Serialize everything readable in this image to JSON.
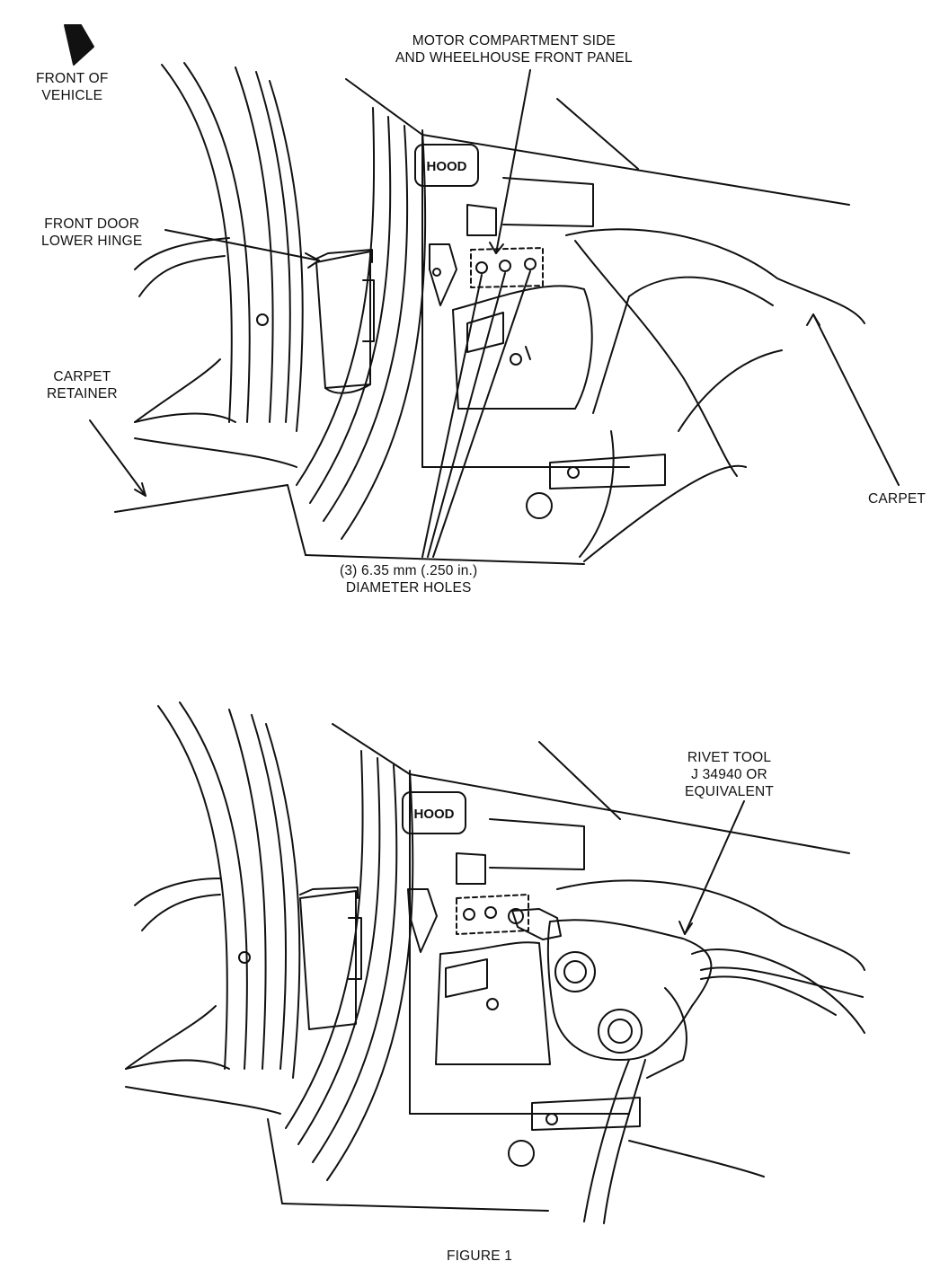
{
  "figure": {
    "caption": "FIGURE 1",
    "ink_color": "#111111",
    "paper_color": "#ffffff"
  },
  "top_view": {
    "front_label": {
      "line1": "FRONT OF",
      "line2": "VEHICLE"
    },
    "motor_label": {
      "line1": "MOTOR COMPARTMENT SIDE",
      "line2": "AND WHEELHOUSE FRONT PANEL"
    },
    "hinge_label": {
      "line1": "FRONT DOOR",
      "line2": "LOWER HINGE"
    },
    "retainer_label": {
      "line1": "CARPET",
      "line2": "RETAINER"
    },
    "carpet_label": "CARPET",
    "holes_label": {
      "line1": "(3) 6.35 mm (.250 in.)",
      "line2": "DIAMETER HOLES"
    },
    "hood_badge": "HOOD"
  },
  "bottom_view": {
    "rivet_label": {
      "line1": "RIVET TOOL",
      "line2": "J 34940 OR",
      "line3": "EQUIVALENT"
    },
    "hood_badge": "HOOD"
  }
}
